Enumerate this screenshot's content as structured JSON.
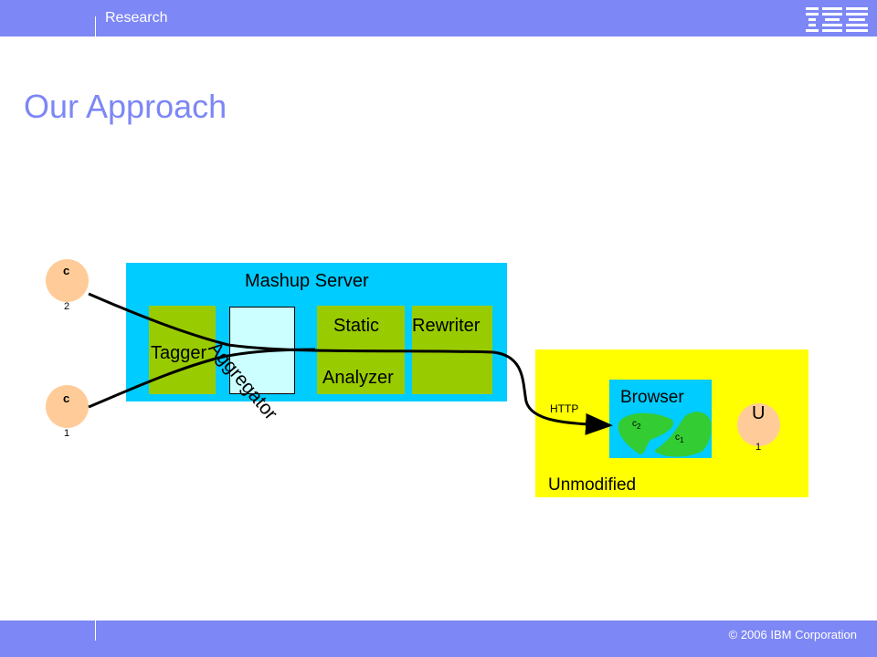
{
  "header": {
    "section_label": "Research",
    "logo_text": "IBM"
  },
  "slide": {
    "title": "Our Approach"
  },
  "diagram": {
    "server_label": "Mashup Server",
    "components": {
      "tagger": "Tagger",
      "aggregator": "Aggregator",
      "static": "Static",
      "analyzer": "Analyzer",
      "rewriter": "Rewriter"
    },
    "clients": {
      "c2": {
        "letter": "c",
        "sub": "2"
      },
      "c1": {
        "letter": "c",
        "sub": "1"
      },
      "u1": {
        "letter": "U",
        "sub": "1"
      }
    },
    "browser_label": "Browser",
    "browser_c2": {
      "letter": "c",
      "sub": "2"
    },
    "browser_c1": {
      "letter": "c",
      "sub": "1"
    },
    "http_label": "HTTP",
    "unmodified_label": "Unmodified",
    "colors": {
      "server": "#00ccff",
      "client_zone": "#ffff00",
      "component": "#99cc00",
      "aggregator": "#ccffff",
      "client_circle": "#ffcc99",
      "blob": "#33cc33"
    }
  },
  "footer": {
    "copyright": "© 2006 IBM Corporation"
  }
}
